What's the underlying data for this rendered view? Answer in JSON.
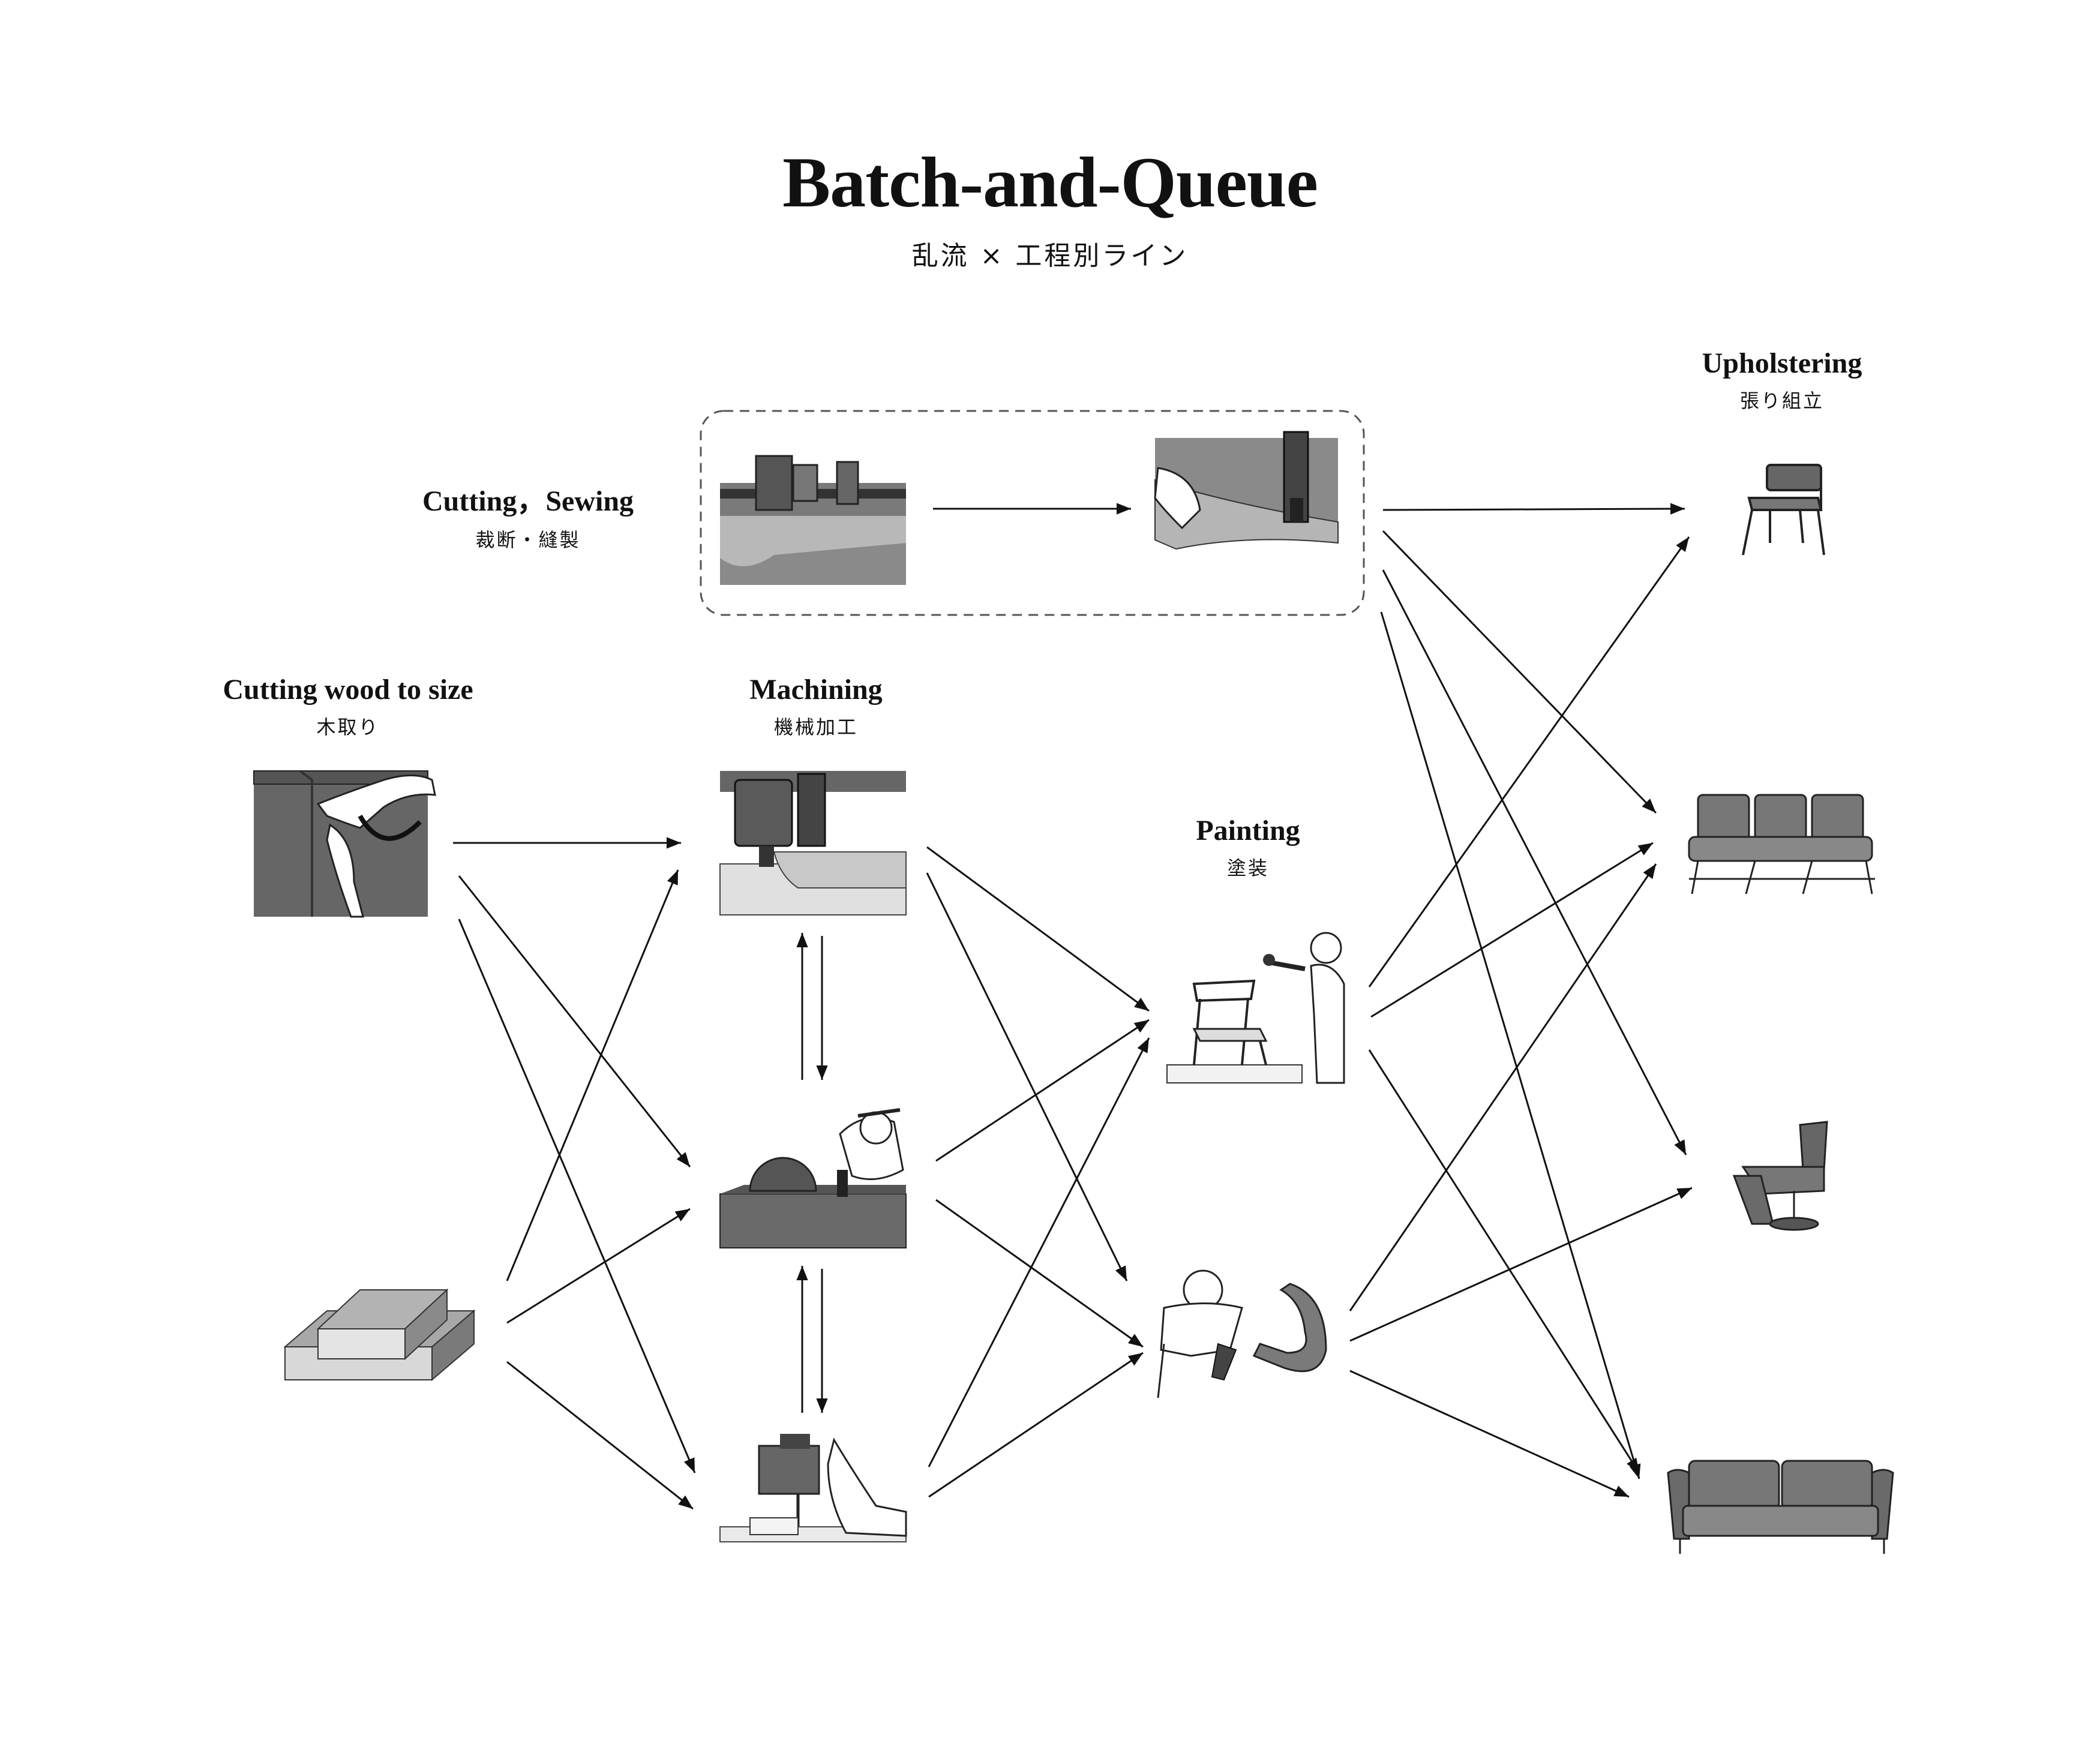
{
  "title": "Batch-and-Queue",
  "subtitle": "乱流 × 工程別ライン",
  "stages": {
    "cutting_sewing": {
      "en": "Cutting，Sewing",
      "jp": "裁断・縫製"
    },
    "cutting_wood": {
      "en": "Cutting wood to size",
      "jp": "木取り"
    },
    "machining": {
      "en": "Machining",
      "jp": "機械加工"
    },
    "painting": {
      "en": "Painting",
      "jp": "塗装"
    },
    "upholstering": {
      "en": "Upholstering",
      "jp": "張り組立"
    }
  },
  "icons": {
    "cutting_machine": "cnc-cutting-table-icon",
    "sewing": "sewing-machine-icon",
    "wood_saw": "wood-cutting-icon",
    "lumber": "lumber-stack-icon",
    "router": "cnc-router-icon",
    "table_saw": "table-saw-icon",
    "band_saw": "band-saw-icon",
    "spray_chair": "spray-painting-chair-icon",
    "spray_part": "spray-painting-part-icon",
    "chair": "dining-chair-icon",
    "three_seater": "three-seat-sofa-icon",
    "recliner": "recliner-chair-icon",
    "sofa": "sofa-icon"
  },
  "colors": {
    "fill": "#6e6e6e",
    "light": "#cfcfcf",
    "line": "#111111"
  }
}
